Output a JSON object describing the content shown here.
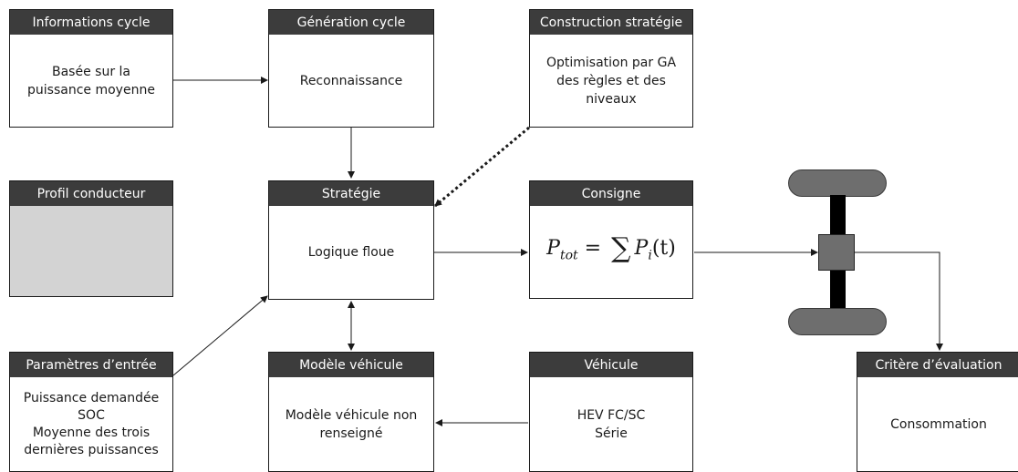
{
  "blocks": {
    "informations_cycle": {
      "title": "Informations cycle",
      "lines": [
        "Basée sur la",
        "puissance moyenne"
      ]
    },
    "generation_cycle": {
      "title": "Génération cycle",
      "lines": [
        "Reconnaissance"
      ]
    },
    "construction_strategie": {
      "title": "Construction stratégie",
      "lines": [
        "Optimisation par GA",
        "des règles et des",
        "niveaux"
      ]
    },
    "profil_conducteur": {
      "title": "Profil conducteur",
      "lines": []
    },
    "strategie": {
      "title": "Stratégie",
      "lines": [
        "Logique floue"
      ]
    },
    "consigne": {
      "title": "Consigne",
      "formula": {
        "p": "P",
        "tot": "tot",
        "eq": "=",
        "sum": "∑",
        "pi": "P",
        "i": "i",
        "t": "(t)"
      }
    },
    "parametres_entree": {
      "title": "Paramètres d’entrée",
      "lines": [
        "Puissance demandée",
        "SOC",
        "Moyenne des trois",
        "dernières puissances"
      ]
    },
    "modele_vehicule": {
      "title": "Modèle véhicule",
      "lines": [
        "Modèle véhicule non",
        "renseigné"
      ]
    },
    "vehicule": {
      "title": "Véhicule",
      "lines": [
        "HEV FC/SC",
        "Série"
      ]
    },
    "critere_evaluation": {
      "title": "Critère d’évaluation",
      "lines": [
        "Consommation"
      ]
    }
  },
  "colors": {
    "header": "#3c3c3c",
    "gray_fill": "#d3d3d3",
    "wheel": "#6e6e6e",
    "line": "#1a1a1a"
  }
}
